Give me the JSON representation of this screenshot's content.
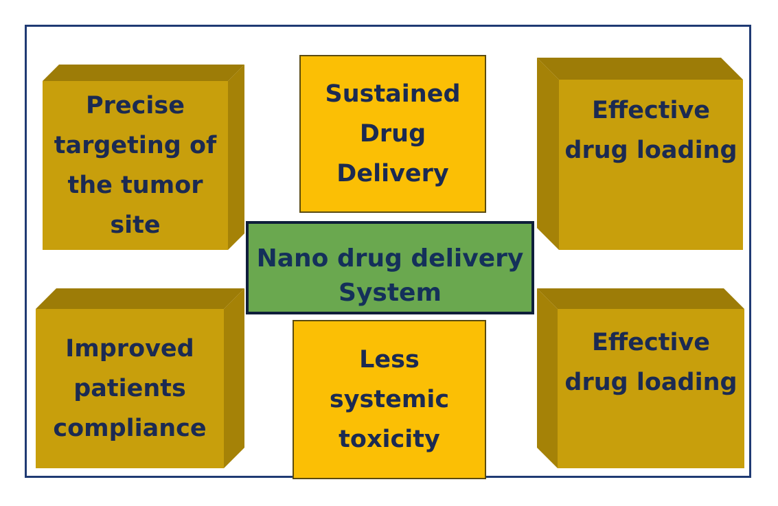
{
  "nodes": {
    "top_left": "Precise\ntargeting of\nthe tumor\nsite",
    "top_middle": "Sustained\nDrug\nDelivery",
    "top_right": "Effective\ndrug loading",
    "center": "Nano drug delivery\nSystem",
    "bottom_left": "Improved\npatients\ncompliance",
    "bottom_middle": "Less\nsystemic\ntoxicity",
    "bottom_right": "Effective\ndrug loading"
  },
  "colors": {
    "frame": "#1f3a73",
    "cube_front": "#c89f0c",
    "cube_shade": "#9d7c07",
    "plain_box": "#fbbf05",
    "center_box": "#6aa84f",
    "text": "#1b2a52"
  }
}
